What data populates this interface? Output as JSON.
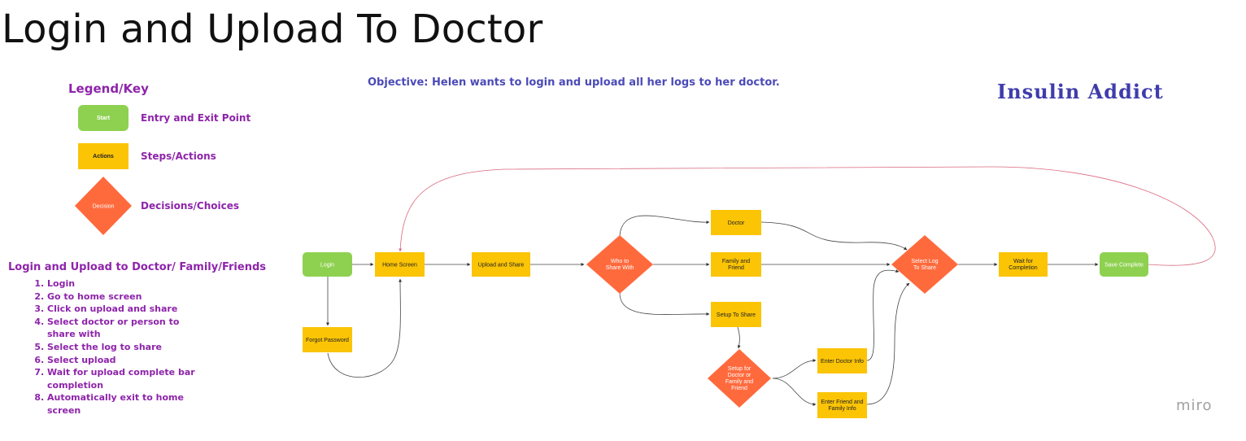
{
  "title": "Login and Upload To Doctor",
  "objective": "Objective: Helen wants to login and upload all her logs to her doctor.",
  "brand": "Insulin Addict",
  "legend": {
    "title": "Legend/Key",
    "items": [
      {
        "shape_text": "Start",
        "label": "Entry and Exit Point"
      },
      {
        "shape_text": "Actions",
        "label": "Steps/Actions"
      },
      {
        "shape_text": "Decision",
        "label": "Decisions/Choices"
      }
    ]
  },
  "steps": {
    "title": "Login and Upload to Doctor/ Family/Friends",
    "items": [
      "Login",
      "Go to home screen",
      "Click on upload and share",
      "Select doctor or person to share with",
      "Select the log to share",
      "Select upload",
      "Wait for upload complete bar completion",
      "Automatically exit to home screen"
    ]
  },
  "flow": {
    "login": "Login",
    "forgot_password": "Forgot Password",
    "home_screen": "Home Screen",
    "upload_share": "Upload and Share",
    "who_to_share": [
      "Who to",
      "Share With"
    ],
    "doctor": "Doctor",
    "family_friend": [
      "Family and",
      "Friend"
    ],
    "setup_to_share": "Setup To Share",
    "setup_for": [
      "Setup for",
      "Doctor or",
      "Family and",
      "Friend"
    ],
    "enter_doctor": "Enter Doctor Info",
    "enter_friend": [
      "Enter Friend and",
      "Family Info"
    ],
    "select_log": [
      "Select Log",
      "To Share"
    ],
    "wait_completion": [
      "Wait for",
      "Completion"
    ],
    "save_complete": "Save Complete"
  },
  "watermark": "miro",
  "colors": {
    "start_green": "#8ed150",
    "action_yellow": "#fbc405",
    "decision_orange": "#ff6a3d",
    "legend_purple": "#8e24aa",
    "objective_blue": "#4b4ab8",
    "loop_line": "#d9687e"
  }
}
